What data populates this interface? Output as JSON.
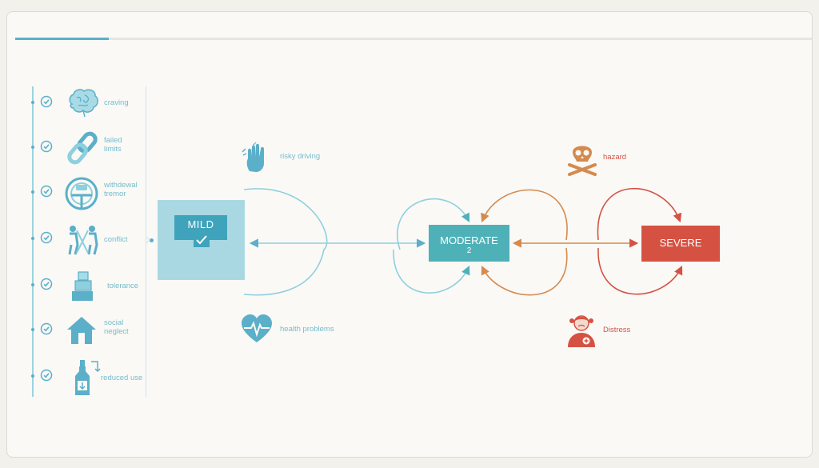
{
  "criteria": [
    {
      "icon": "brain-icon",
      "label": "craving"
    },
    {
      "icon": "chain-link-icon",
      "label": "failed\nlimits"
    },
    {
      "icon": "steering-wheel-icon",
      "label": "withdewal\ntremor"
    },
    {
      "icon": "conflict-people-icon",
      "label": "conflict"
    },
    {
      "icon": "stacked-boxes-icon",
      "label": "tolerance"
    },
    {
      "icon": "house-icon",
      "label": "social\nneglect"
    },
    {
      "icon": "bottle-icon",
      "label": "reduced use"
    }
  ],
  "stages": {
    "mild": {
      "label": "MILD"
    },
    "moderate": {
      "label": "MODERATE",
      "value": "2"
    },
    "severe": {
      "label": "SEVERE"
    }
  },
  "annotations": {
    "risky_driving": "risky driving",
    "health_problems": "health problems",
    "hazard": "hazard",
    "distress": "Distress"
  },
  "colors": {
    "teal": "#5bafc9",
    "light_teal": "#a9d8e3",
    "moderate": "#4fb1b8",
    "orange": "#d58a4e",
    "red": "#d55243",
    "background": "#faf9f6"
  }
}
